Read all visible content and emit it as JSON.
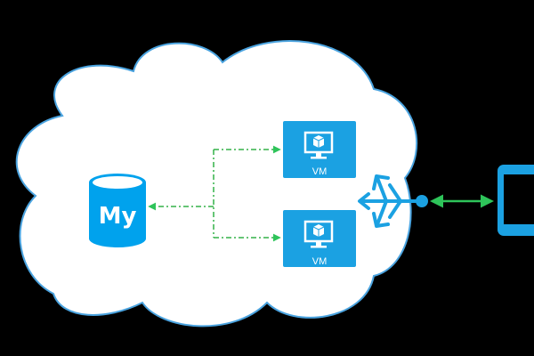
{
  "diagram": {
    "database": {
      "label": "My",
      "icon": "mysql-database-icon"
    },
    "vms": [
      {
        "label": "VM",
        "icon": "virtual-machine-icon"
      },
      {
        "label": "VM",
        "icon": "virtual-machine-icon"
      }
    ],
    "load_balancer": {
      "icon": "load-balancer-icon"
    },
    "client": {
      "icon": "mobile-device-icon"
    },
    "colors": {
      "background": "#000000",
      "cloud_fill": "#ffffff",
      "cloud_stroke": "#4aa3df",
      "azure_blue": "#1ba1e2",
      "db_blue": "#00a2ed",
      "connector_green": "#2ec45a",
      "dashed_green": "#33b249"
    }
  }
}
